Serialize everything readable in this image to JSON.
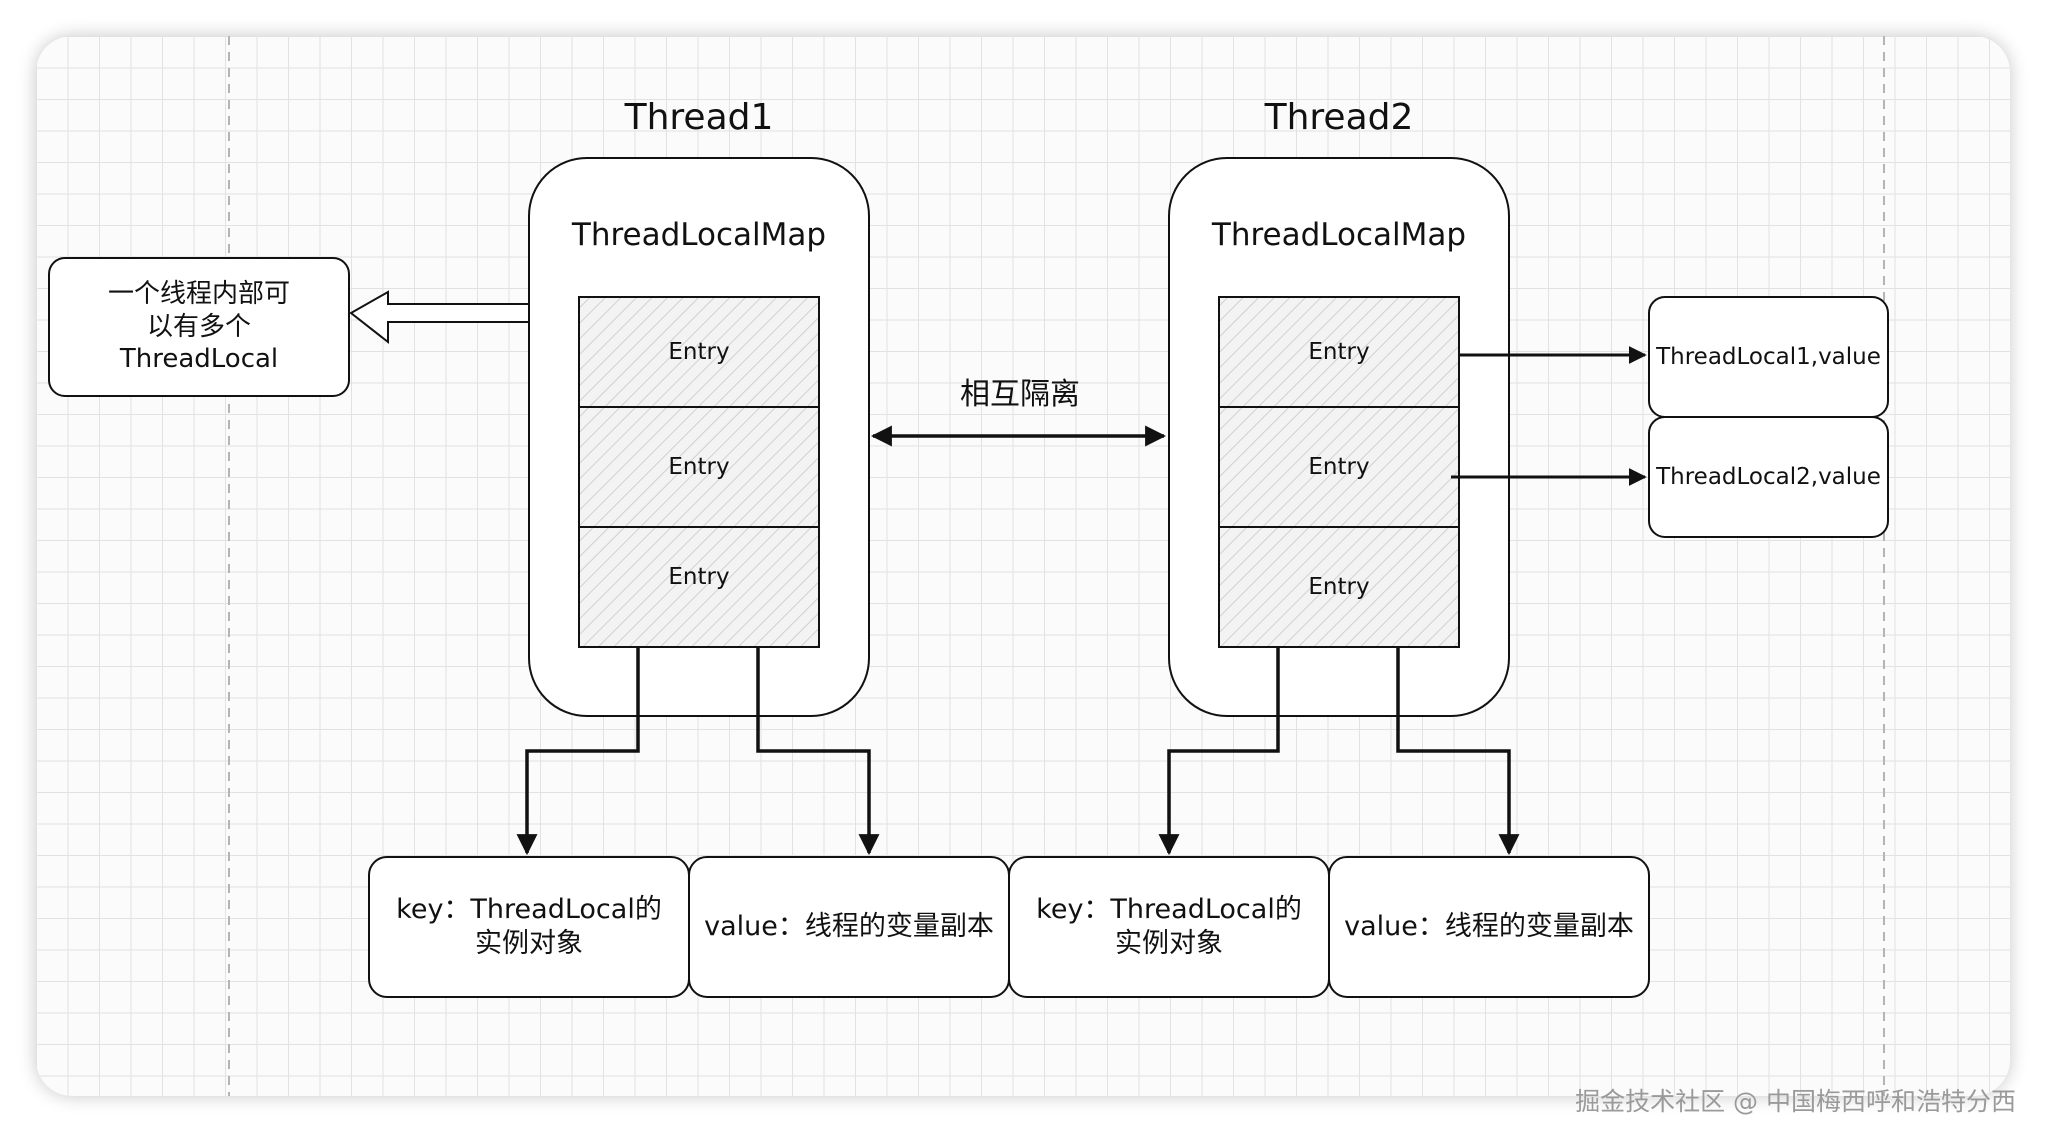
{
  "threads": [
    {
      "title": "Thread1",
      "map_title": "ThreadLocalMap",
      "entries": [
        "Entry",
        "Entry",
        "Entry"
      ],
      "key_label": "key：ThreadLocal的实例对象",
      "value_label": "value：线程的变量副本"
    },
    {
      "title": "Thread2",
      "map_title": "ThreadLocalMap",
      "entries": [
        "Entry",
        "Entry",
        "Entry"
      ],
      "key_label": "key：ThreadLocal的实例对象",
      "value_label": "value：线程的变量副本"
    }
  ],
  "note": "一个线程内部可以有多个ThreadLocal",
  "isolation_label": "相互隔离",
  "threadlocals": [
    "ThreadLocal1,value",
    "ThreadLocal2,value"
  ],
  "watermark": "掘金技术社区 @ 中国梅西呼和浩特分西",
  "colors": {
    "line": "#111111",
    "hatch": "#c8c8c8",
    "grid": "#e2e2e2",
    "box_fill": "#ffffff",
    "entry_fill": "#f3f3f3"
  }
}
